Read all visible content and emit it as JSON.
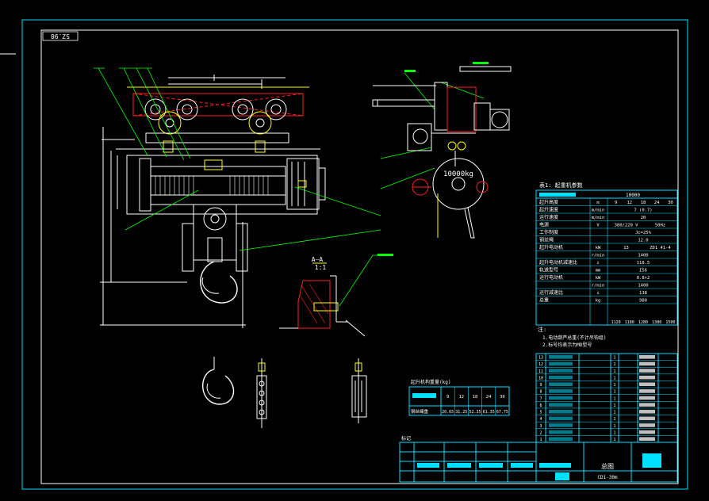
{
  "drawing_number_stamp": "5Z.98",
  "callouts": {
    "detail_label": "A–A",
    "detail_scale": "1:1",
    "load_rating": "10000kg"
  },
  "spec_table": {
    "title": "表1: 起重机参数",
    "capacity_value": "10000",
    "rows": [
      {
        "label": "起升高度",
        "unit": "m",
        "values": [
          "9",
          "12",
          "18",
          "24",
          "30"
        ]
      },
      {
        "label": "起升速度",
        "unit": "m/min",
        "values": [
          "7 (0.7)"
        ]
      },
      {
        "label": "运行速度",
        "unit": "m/min",
        "values": [
          "20"
        ]
      },
      {
        "label": "电源",
        "unit": "V",
        "values": [
          "380/220 V",
          "50Hz"
        ]
      },
      {
        "label": "工作制度",
        "unit": "",
        "values": [
          "Jc=25%"
        ]
      },
      {
        "label": "钢丝绳",
        "unit": "",
        "values": [
          "12.0"
        ]
      },
      {
        "label": "起升电动机",
        "unit": "kW",
        "values": [
          "13",
          "ZD1 41-4"
        ]
      },
      {
        "label": "",
        "unit": "r/min",
        "values": [
          "1400"
        ]
      },
      {
        "label": "起升电动机减速比",
        "unit": "i",
        "values": [
          "118.5"
        ]
      },
      {
        "label": "轨道型号",
        "unit": "mm",
        "values": [
          "I56"
        ]
      },
      {
        "label": "运行电动机",
        "unit": "kW",
        "values": [
          "0.8×2"
        ]
      },
      {
        "label": "",
        "unit": "r/min",
        "values": [
          "1400"
        ]
      },
      {
        "label": "运行减速比",
        "unit": "i",
        "values": [
          "138"
        ]
      },
      {
        "label": "总重",
        "unit": "kg",
        "values": [
          "980"
        ]
      }
    ],
    "weights": [
      "1120",
      "1180",
      "1280",
      "1380",
      "1500"
    ]
  },
  "notes": {
    "heading": "注:",
    "lines": [
      "1.电动葫芦总重(不计吊钩组)",
      "2.标号均表示为MD型号"
    ]
  },
  "weight_table": {
    "title": "起升机构重量(kg)",
    "headers": [
      "9",
      "12",
      "18",
      "24",
      "30"
    ],
    "row_label": "钢丝绳重",
    "values": [
      "20.65",
      "31.25",
      "52.35",
      "61.35",
      "67.75"
    ]
  },
  "parts_list": {
    "rows": [
      {
        "no": "13",
        "code": "",
        "name": "",
        "qty": "1"
      },
      {
        "no": "12",
        "code": "",
        "name": "",
        "qty": "1"
      },
      {
        "no": "11",
        "code": "",
        "name": "",
        "qty": "1"
      },
      {
        "no": "10",
        "code": "",
        "name": "",
        "qty": "1"
      },
      {
        "no": "9",
        "code": "",
        "name": "",
        "qty": "1"
      },
      {
        "no": "8",
        "code": "",
        "name": "",
        "qty": "1"
      },
      {
        "no": "7",
        "code": "",
        "name": "",
        "qty": "1"
      },
      {
        "no": "6",
        "code": "",
        "name": "",
        "qty": "1"
      },
      {
        "no": "5",
        "code": "",
        "name": "",
        "qty": "1"
      },
      {
        "no": "4",
        "code": "",
        "name": "",
        "qty": "1"
      },
      {
        "no": "3",
        "code": "",
        "name": "",
        "qty": "1"
      },
      {
        "no": "2",
        "code": "",
        "name": "",
        "qty": "1"
      },
      {
        "no": "1",
        "code": "",
        "name": "",
        "qty": "1"
      }
    ]
  },
  "title_block": {
    "heading": "标记",
    "name": "总图",
    "drawing_code": "CD1-30m"
  },
  "colors": {
    "frame": "#00e0ff",
    "drawing": "#ffffff",
    "leader": "#00ff00",
    "accent": "#ff2020",
    "highlight": "#ffff00",
    "text": "#00ffff"
  }
}
